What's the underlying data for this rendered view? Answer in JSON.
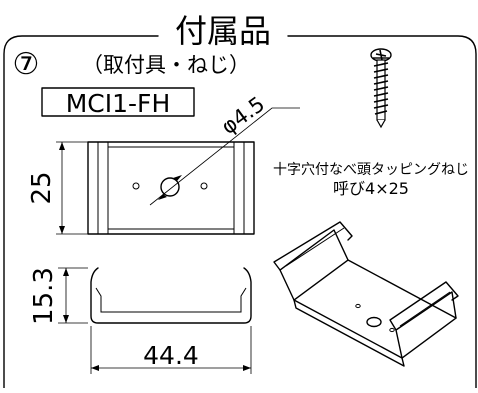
{
  "header": {
    "title": "付属品"
  },
  "item": {
    "number": "⑦",
    "subtitle": "（取付具・ねじ）",
    "model": "MCI1-FH"
  },
  "dimensions": {
    "hole": "φ4.5",
    "height": "25",
    "profile_height": "15.3",
    "width": "44.4"
  },
  "screw": {
    "line1": "十字穴付なべ頭タッピングねじ",
    "line2": "呼び4×25"
  }
}
